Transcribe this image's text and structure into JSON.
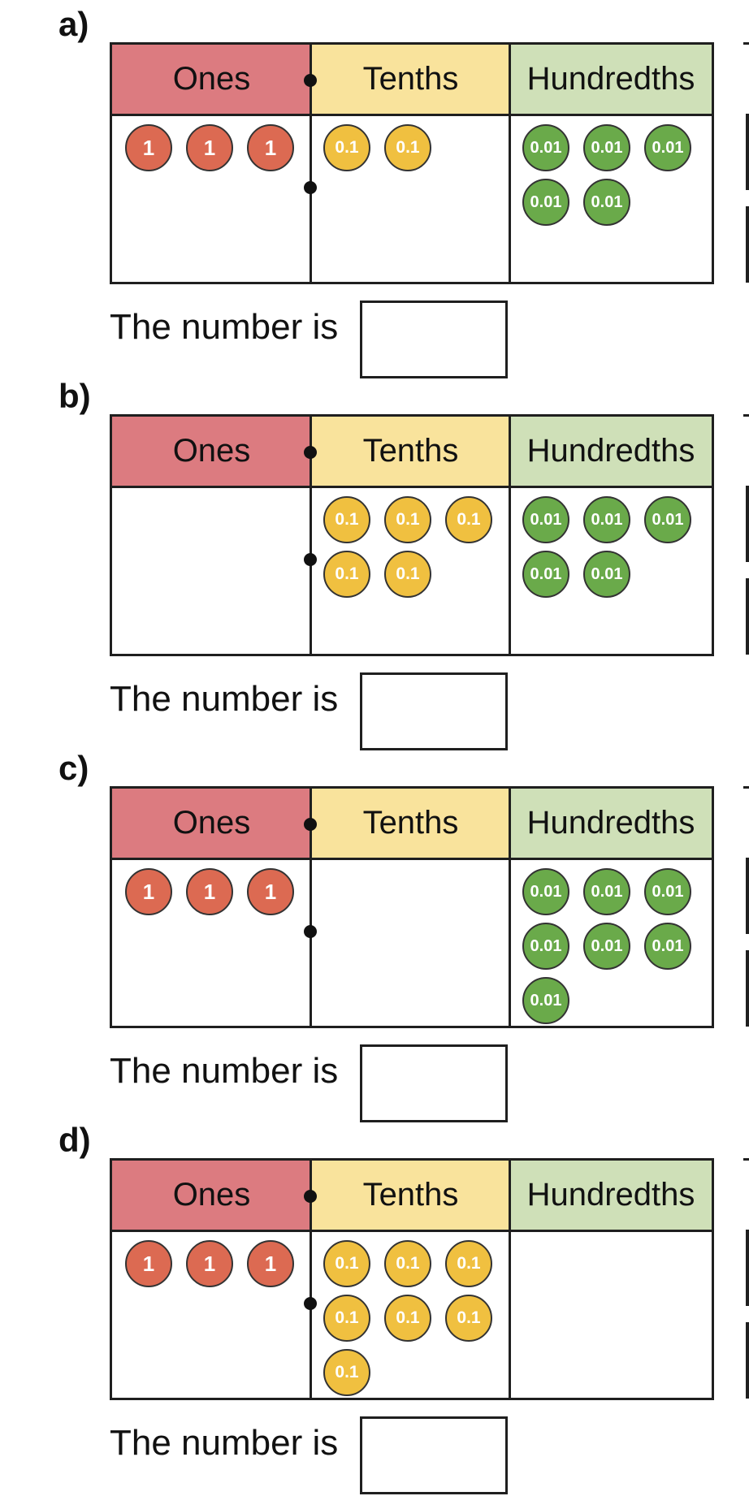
{
  "headers": {
    "ones": "Ones",
    "tenths": "Tenths",
    "hundredths": "Hundredths"
  },
  "answer_prompt": "The number is",
  "counter_labels": {
    "one": "1",
    "tenth": "0.1",
    "hundredth": "0.01"
  },
  "colors": {
    "ones_header": "#dc7b80",
    "tenths_header": "#f9e39c",
    "hundredths_header": "#cfe0b8",
    "one_counter": "#dc6a52",
    "tenth_counter": "#f0c040",
    "hundredth_counter": "#6aaa4a"
  },
  "problems": [
    {
      "label": "a)",
      "ones": 3,
      "tenths": 2,
      "hundredths": 5,
      "answer": ""
    },
    {
      "label": "b)",
      "ones": 0,
      "tenths": 5,
      "hundredths": 5,
      "answer": ""
    },
    {
      "label": "c)",
      "ones": 3,
      "tenths": 0,
      "hundredths": 7,
      "answer": ""
    },
    {
      "label": "d)",
      "ones": 3,
      "tenths": 7,
      "hundredths": 0,
      "answer": ""
    }
  ]
}
